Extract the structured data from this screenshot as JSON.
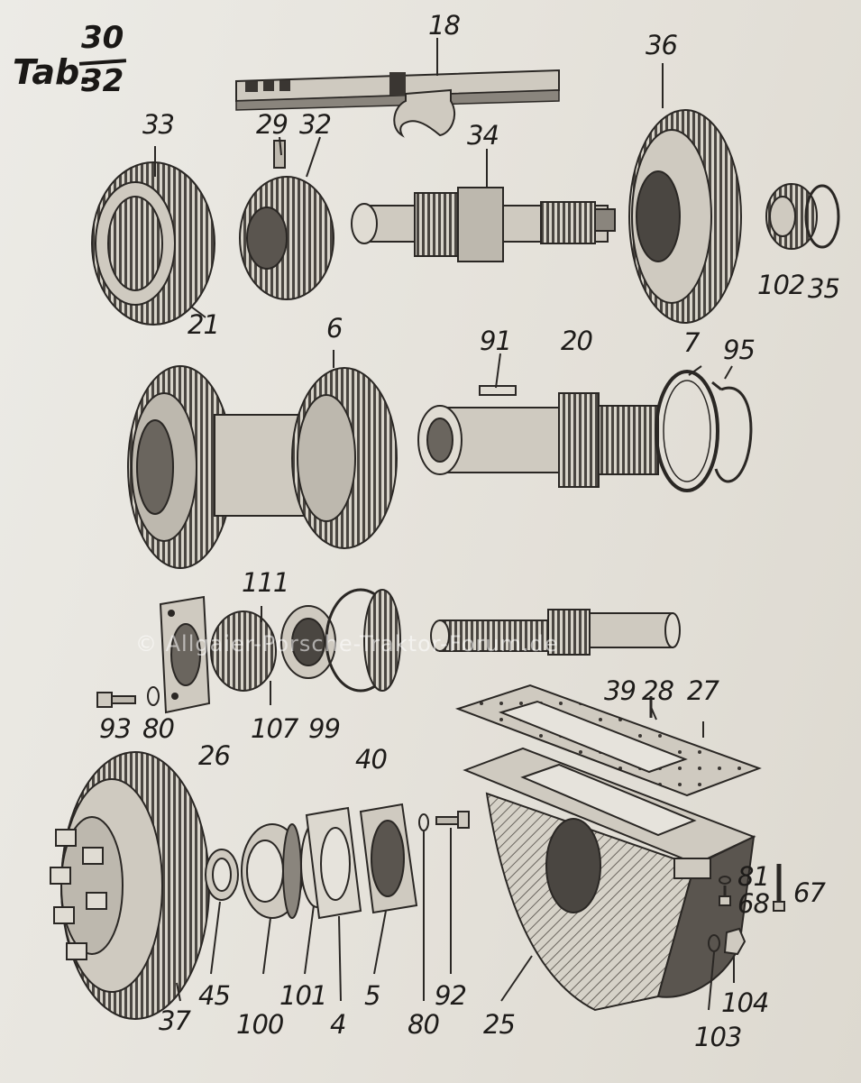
{
  "table": {
    "word": "Tab.",
    "numerator": "30",
    "denominator": "32"
  },
  "watermark": "© Allgaier-Porsche-Traktor-Forum.de",
  "labels": {
    "l18": "18",
    "l36": "36",
    "l33": "33",
    "l29": "29",
    "l32": "32",
    "l34": "34",
    "l21": "21",
    "l6": "6",
    "l102": "102",
    "l35": "35",
    "l91": "91",
    "l20": "20",
    "l7": "7",
    "l95": "95",
    "l111": "111",
    "l93": "93",
    "l80a": "80",
    "l26": "26",
    "l107": "107",
    "l99": "99",
    "l40": "40",
    "l39": "39",
    "l28": "28",
    "l27": "27",
    "l81": "81",
    "l68": "68",
    "l67": "67",
    "l37": "37",
    "l45": "45",
    "l100": "100",
    "l101": "101",
    "l4": "4",
    "l5": "5",
    "l80b": "80",
    "l92": "92",
    "l25": "25",
    "l103": "103",
    "l104": "104"
  }
}
